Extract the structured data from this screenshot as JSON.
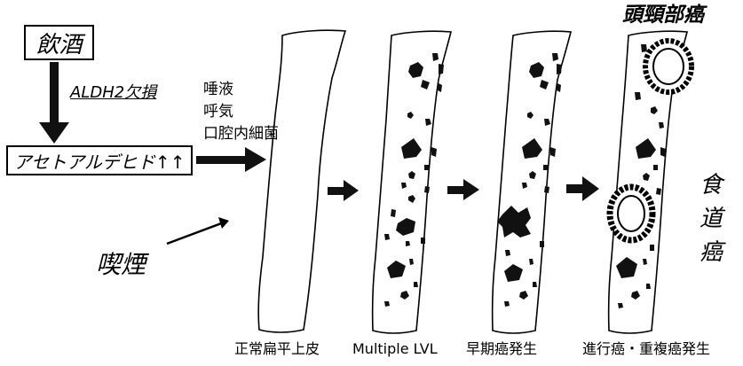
{
  "nodes": {
    "alcohol": "飲酒",
    "acetaldehyde": "アセトアルデヒド↑↑"
  },
  "labels": {
    "aldh2": "ALDH2欠損",
    "saliva": "唾液",
    "breath": "呼気",
    "oral_bacteria": "口腔内細菌",
    "smoking": "喫煙",
    "head_neck_cancer": "頭頸部癌",
    "esophageal_cancer_chars": [
      "食",
      "道",
      "癌"
    ]
  },
  "stages": [
    "正常扁平上皮",
    "Multiple LVL",
    "早期癌発生",
    "進行癌・重複癌発生"
  ]
}
